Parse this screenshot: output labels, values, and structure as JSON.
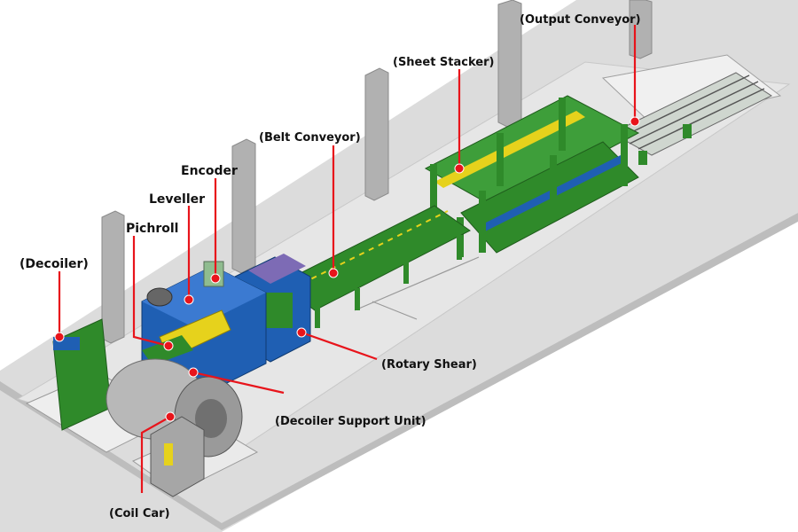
{
  "diagram": {
    "labels": {
      "output_conveyor": "(Output Conveyor)",
      "sheet_stacker": "(Sheet Stacker)",
      "belt_conveyor": "(Belt Conveyor)",
      "encoder": "Encoder",
      "leveller": "Leveller",
      "pichroll": "Pichroll",
      "decoiler": "(Decoiler)",
      "rotary_shear": "(Rotary Shear)",
      "decoiler_support_unit": "(Decoiler Support Unit)",
      "coil_car": "(Coil Car)"
    },
    "colors": {
      "leader": "#e8141b",
      "floor": "#d9d9d9",
      "machine_green": "#2f8a2a",
      "machine_blue": "#1f5fb3",
      "accent_yellow": "#e6d21c",
      "column_grey": "#a9a9a9"
    }
  }
}
